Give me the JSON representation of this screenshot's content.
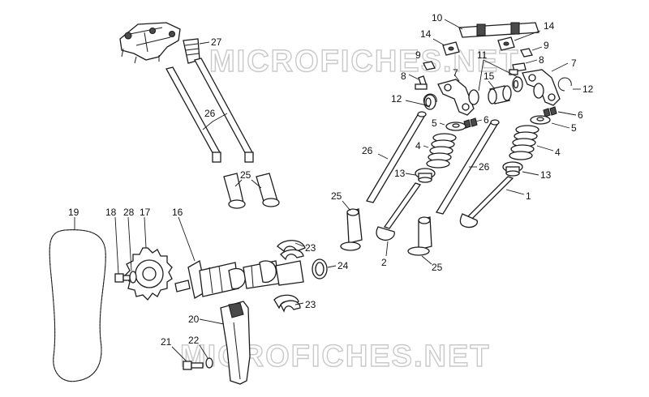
{
  "watermark": "MICROFICHES.NET",
  "callouts": [
    {
      "id": "c10",
      "text": "10"
    },
    {
      "id": "c14a",
      "text": "14"
    },
    {
      "id": "c14b",
      "text": "14"
    },
    {
      "id": "c9a",
      "text": "9"
    },
    {
      "id": "c9b",
      "text": "9"
    },
    {
      "id": "c8a",
      "text": "8"
    },
    {
      "id": "c8b",
      "text": "8"
    },
    {
      "id": "c11",
      "text": "11"
    },
    {
      "id": "c7a",
      "text": "7"
    },
    {
      "id": "c7b",
      "text": "7"
    },
    {
      "id": "c15",
      "text": "15"
    },
    {
      "id": "c12a",
      "text": "12"
    },
    {
      "id": "c12b",
      "text": "12"
    },
    {
      "id": "c6a",
      "text": "6"
    },
    {
      "id": "c6b",
      "text": "6"
    },
    {
      "id": "c5a",
      "text": "5"
    },
    {
      "id": "c5b",
      "text": "5"
    },
    {
      "id": "c4a",
      "text": "4"
    },
    {
      "id": "c4b",
      "text": "4"
    },
    {
      "id": "c26a",
      "text": "26"
    },
    {
      "id": "c26b",
      "text": "26"
    },
    {
      "id": "c26c",
      "text": "26"
    },
    {
      "id": "c13a",
      "text": "13"
    },
    {
      "id": "c13b",
      "text": "13"
    },
    {
      "id": "c1",
      "text": "1"
    },
    {
      "id": "c25a",
      "text": "25"
    },
    {
      "id": "c25b",
      "text": "25"
    },
    {
      "id": "c25c",
      "text": "25"
    },
    {
      "id": "c2",
      "text": "2"
    },
    {
      "id": "c27",
      "text": "27"
    },
    {
      "id": "c19",
      "text": "19"
    },
    {
      "id": "c18",
      "text": "18"
    },
    {
      "id": "c28",
      "text": "28"
    },
    {
      "id": "c17",
      "text": "17"
    },
    {
      "id": "c16",
      "text": "16"
    },
    {
      "id": "c23a",
      "text": "23"
    },
    {
      "id": "c23b",
      "text": "23"
    },
    {
      "id": "c24",
      "text": "24"
    },
    {
      "id": "c20",
      "text": "20"
    },
    {
      "id": "c21",
      "text": "21"
    },
    {
      "id": "c22",
      "text": "22"
    }
  ]
}
